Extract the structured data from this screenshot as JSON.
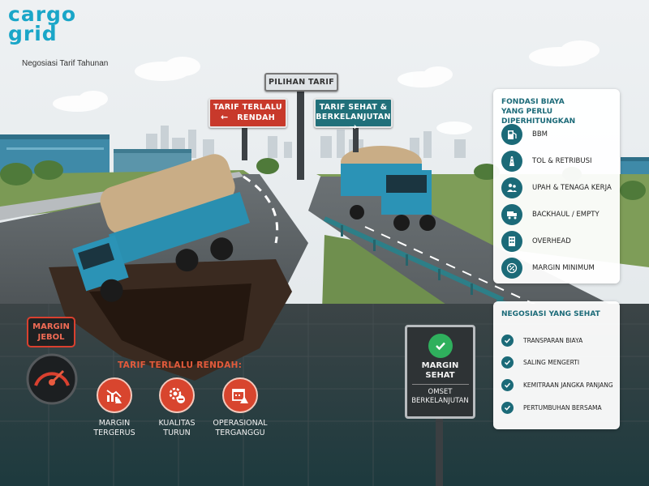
{
  "brand": {
    "logo_line1": "cargo",
    "logo_line2": "grid",
    "tagline": "Negosiasi Tarif Tahunan",
    "primary_color": "#1aa6c8",
    "accent_color": "#e24a2e"
  },
  "signs": {
    "main": "PILIHAN TARIF",
    "left_line1": "TARIF TERLALU",
    "left_line2": "RENDAH",
    "left_arrow": "←",
    "right_line1": "TARIF SEHAT &",
    "right_line2": "BERKELANJUTAN",
    "right_arrow": "→"
  },
  "cost_panel": {
    "title_line1": "FONDASI BIAYA",
    "title_line2": "YANG PERLU DIPERHITUNGKAN",
    "items": [
      {
        "label": "BBM",
        "icon": "fuel-pump-icon"
      },
      {
        "label": "TOL & RETRIBUSI",
        "icon": "road-icon"
      },
      {
        "label": "UPAH & TENAGA KERJA",
        "icon": "people-icon"
      },
      {
        "label": "BACKHAUL / EMPTY",
        "icon": "truck-icon"
      },
      {
        "label": "OVERHEAD",
        "icon": "building-icon"
      },
      {
        "label": "MARGIN MINIMUM",
        "icon": "percent-icon"
      }
    ]
  },
  "nego_panel": {
    "title": "NEGOSIASI YANG SEHAT",
    "items": [
      {
        "label": "TRANSPARAN BIAYA"
      },
      {
        "label": "SALING MENGERTI"
      },
      {
        "label": "KEMITRAAN JANGKA PANJANG"
      },
      {
        "label": "PERTUMBUHAN BERSAMA"
      }
    ]
  },
  "margin_jebol": {
    "line1": "MARGIN",
    "line2": "JEBOL"
  },
  "low_tariff": {
    "title": "TARIF TERLALU RENDAH:",
    "items": [
      {
        "line1": "MARGIN",
        "line2": "TERGERUS",
        "icon": "declining-chart-warning-icon"
      },
      {
        "line1": "KUALITAS",
        "line2": "TURUN",
        "icon": "gear-minus-icon"
      },
      {
        "line1": "OPERASIONAL",
        "line2": "TERGANGGU",
        "icon": "calendar-warning-icon"
      }
    ]
  },
  "margin_sehat": {
    "line1": "MARGIN",
    "line2": "SEHAT",
    "sub_line1": "OMSET",
    "sub_line2": "BERKELANJUTAN",
    "color": "#2fb05d"
  }
}
